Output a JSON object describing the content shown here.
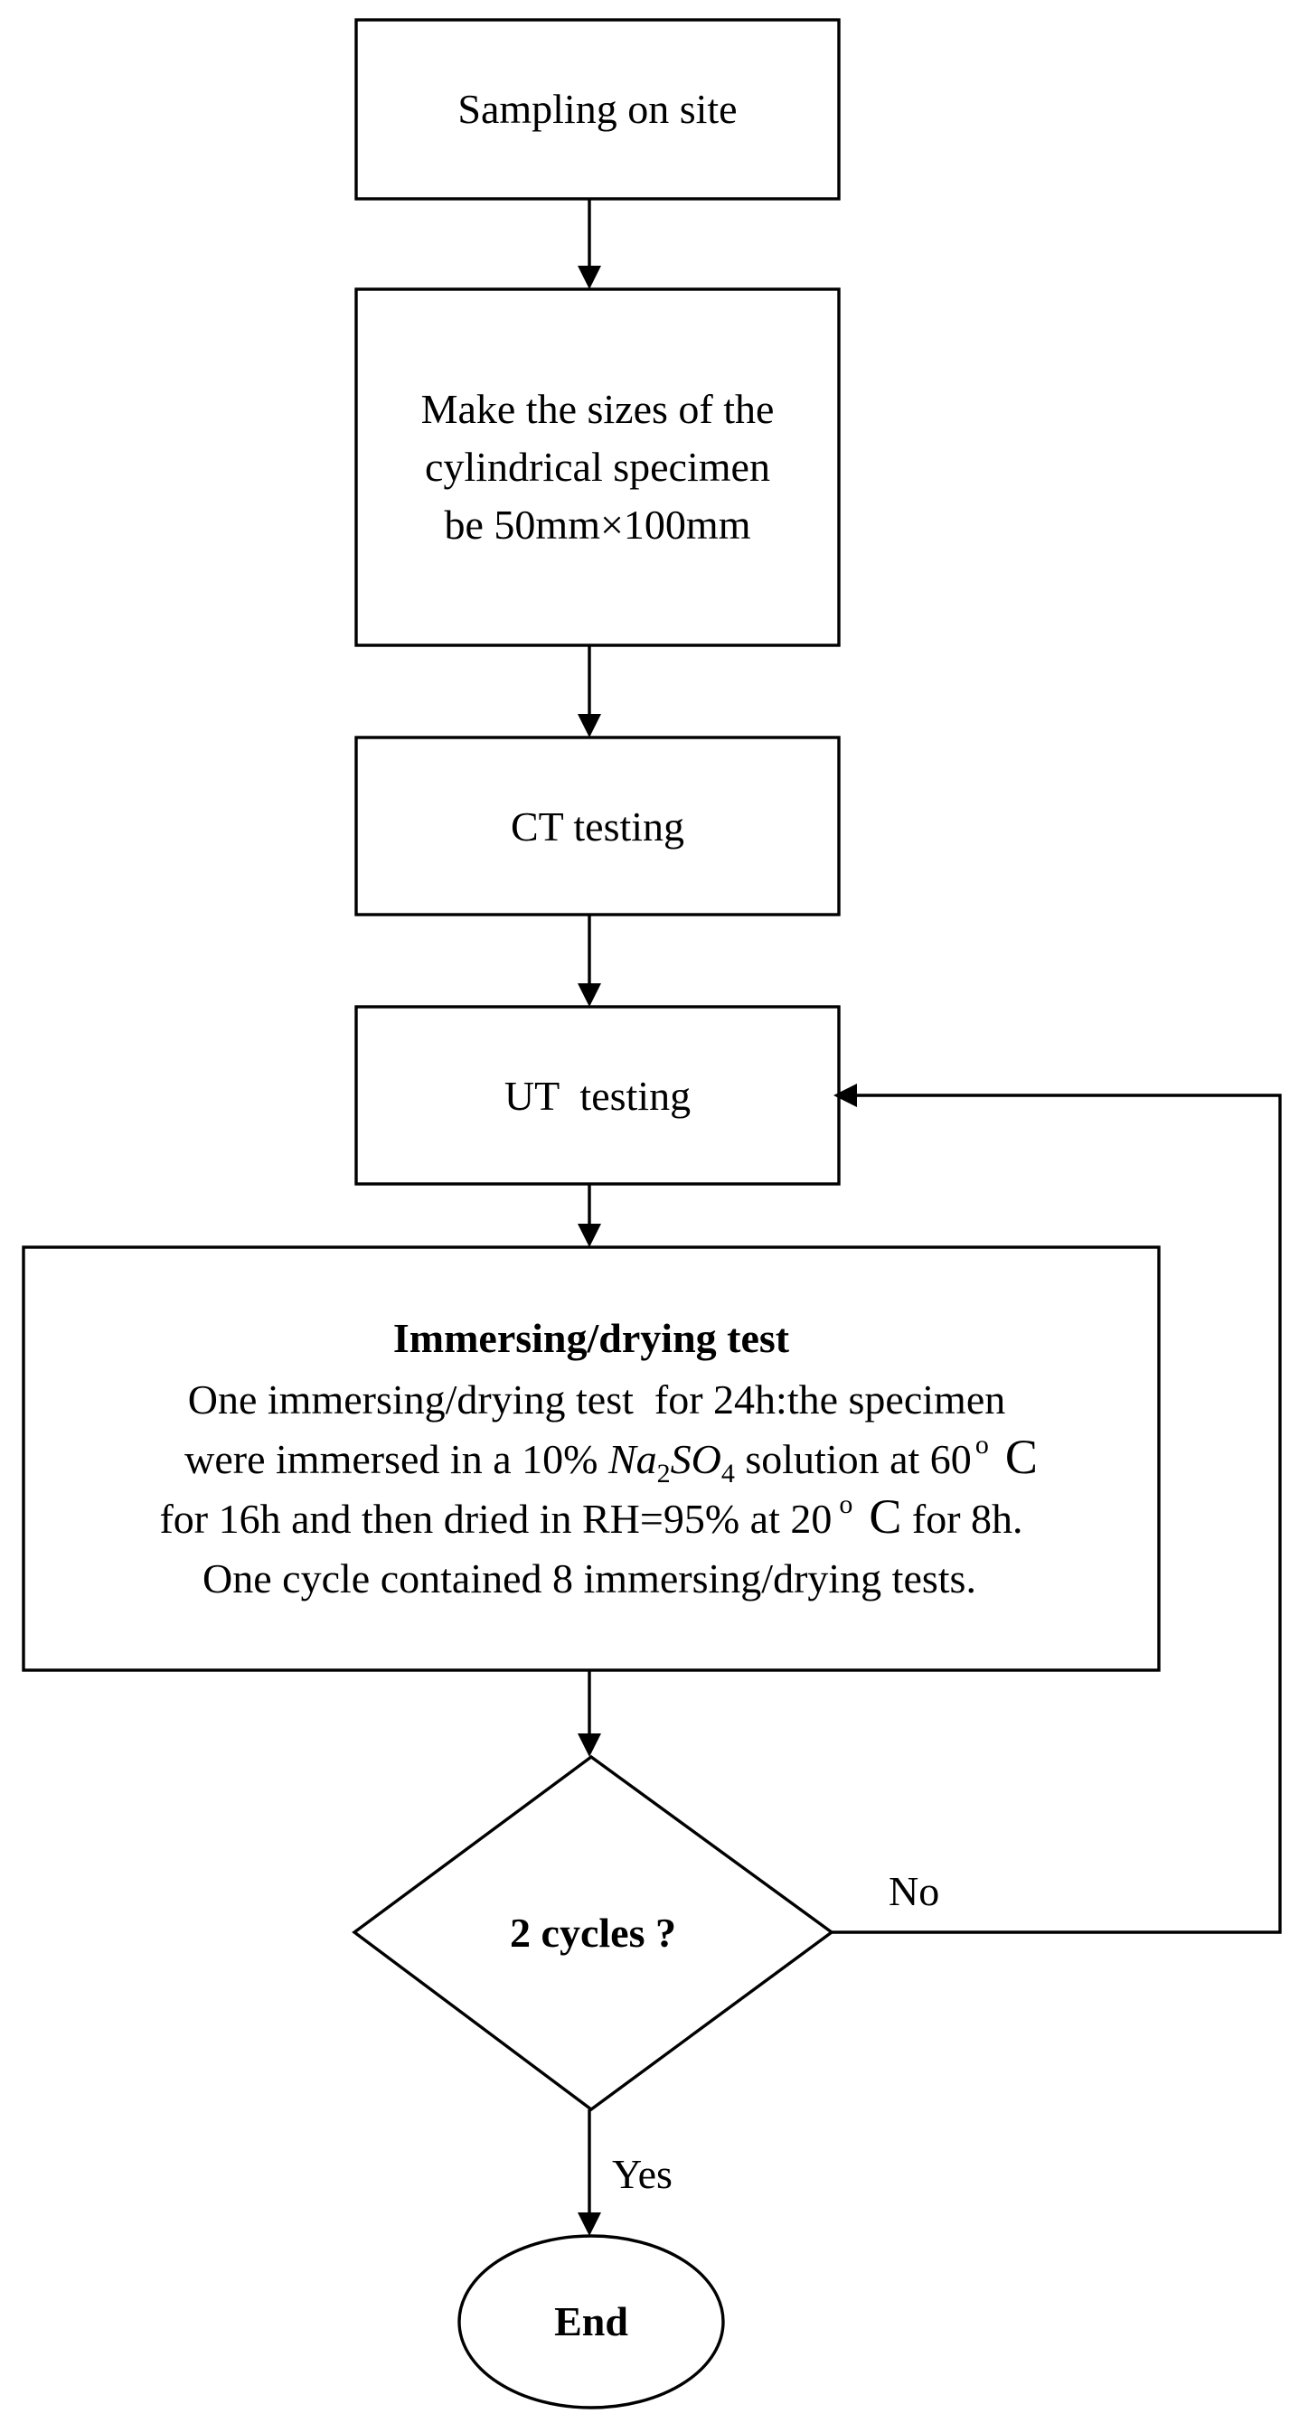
{
  "nodes": {
    "sampling": {
      "label": "Sampling on site"
    },
    "resize": {
      "lines": [
        "Make the sizes of the",
        "cylindrical specimen",
        "be 50mm×100mm"
      ]
    },
    "ct": {
      "label": "CT testing"
    },
    "ut": {
      "label": "UT  testing"
    },
    "immersing": {
      "title": "Immersing/drying test",
      "line1": "One immersing/drying test  for 24h:the specimen",
      "line2_pre": "were immersed in a 10% ",
      "formula_na": "Na",
      "formula_sub1": "2",
      "formula_so": "SO",
      "formula_sub2": "4",
      "line2_mid": " solution at 60",
      "deg1": "o",
      "unit1": "C",
      "line3_pre": "for 16h and then dried in RH=95% at 20",
      "deg2": "o",
      "unit2": "C",
      "line3_post": " for 8h.",
      "line4": "One cycle contained 8 immersing/drying tests."
    },
    "decision": {
      "label": "2 cycles ?"
    },
    "end": {
      "label": "End"
    }
  },
  "edges": {
    "no_label": "No",
    "yes_label": "Yes"
  },
  "colors": {
    "stroke": "#000000",
    "background": "#ffffff"
  }
}
